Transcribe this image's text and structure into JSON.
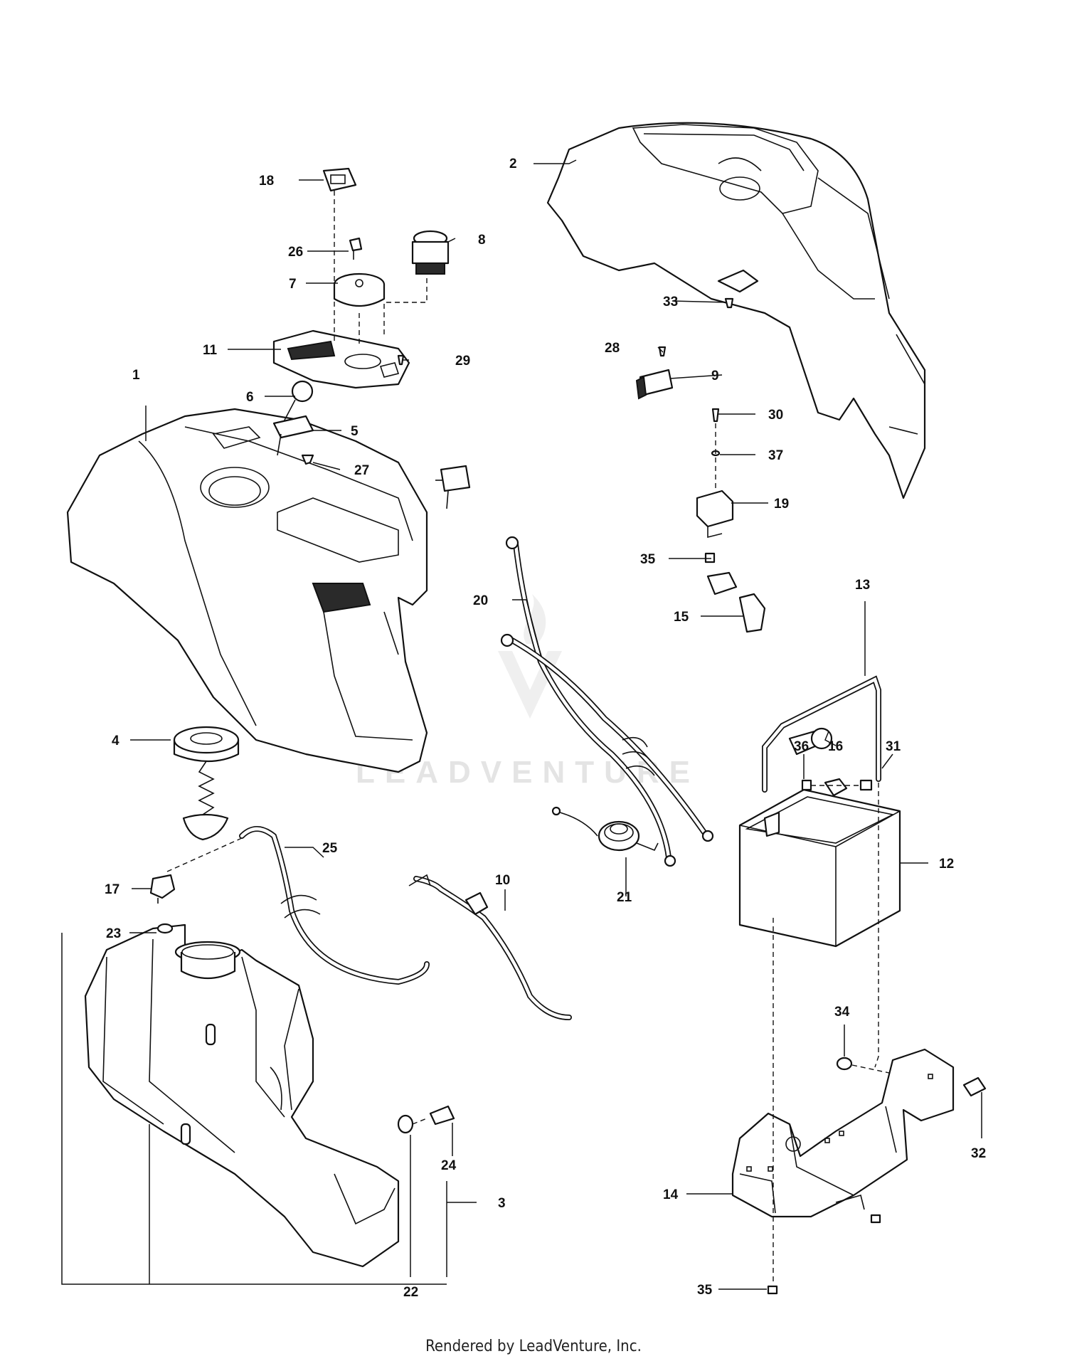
{
  "watermark": "LEADVENTURE",
  "footer": "Rendered by LeadVenture, Inc.",
  "callouts": [
    "1",
    "2",
    "3",
    "4",
    "5",
    "6",
    "7",
    "8",
    "9",
    "10",
    "11",
    "12",
    "13",
    "14",
    "15",
    "16",
    "17",
    "18",
    "19",
    "20",
    "21",
    "22",
    "23",
    "24",
    "25",
    "26",
    "27",
    "28",
    "29",
    "30",
    "31",
    "32",
    "33",
    "34",
    "35",
    "35",
    "36",
    "37"
  ]
}
